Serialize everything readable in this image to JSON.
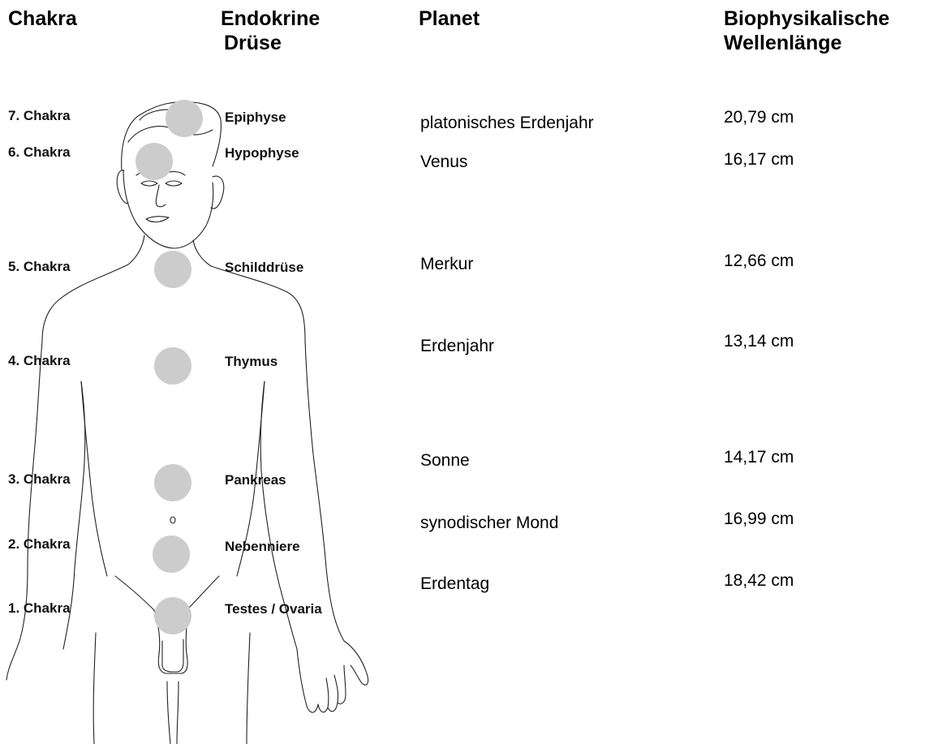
{
  "headers": {
    "chakra": "Chakra",
    "endokrine_line1": "Endokrine",
    "endokrine_line2": "Drüse",
    "planet": "Planet",
    "bio_line1": "Biophysikalische",
    "bio_line2": "Wellenlänge"
  },
  "rows": [
    {
      "chakra": "7. Chakra",
      "druese": "Epiphyse",
      "planet": "platonisches Erdenjahr",
      "wellenlaenge": "20,79 cm"
    },
    {
      "chakra": "6. Chakra",
      "druese": "Hypophyse",
      "planet": "Venus",
      "wellenlaenge": "16,17 cm"
    },
    {
      "chakra": "5. Chakra",
      "druese": "Schilddrüse",
      "planet": "Merkur",
      "wellenlaenge": "12,66 cm"
    },
    {
      "chakra": "4. Chakra",
      "druese": "Thymus",
      "planet": "Erdenjahr",
      "wellenlaenge": "13,14 cm"
    },
    {
      "chakra": "3. Chakra",
      "druese": "Pankreas",
      "planet": "Sonne",
      "wellenlaenge": "14,17 cm"
    },
    {
      "chakra": "2. Chakra",
      "druese": "Nebenniere",
      "planet": "synodischer Mond",
      "wellenlaenge": "16,99 cm"
    },
    {
      "chakra": "1. Chakra",
      "druese": "Testes / Ovaria",
      "planet": "Erdentag",
      "wellenlaenge": "18,42 cm"
    }
  ],
  "colors": {
    "chakra_dot": "#cccccc",
    "outline": "#222222"
  }
}
